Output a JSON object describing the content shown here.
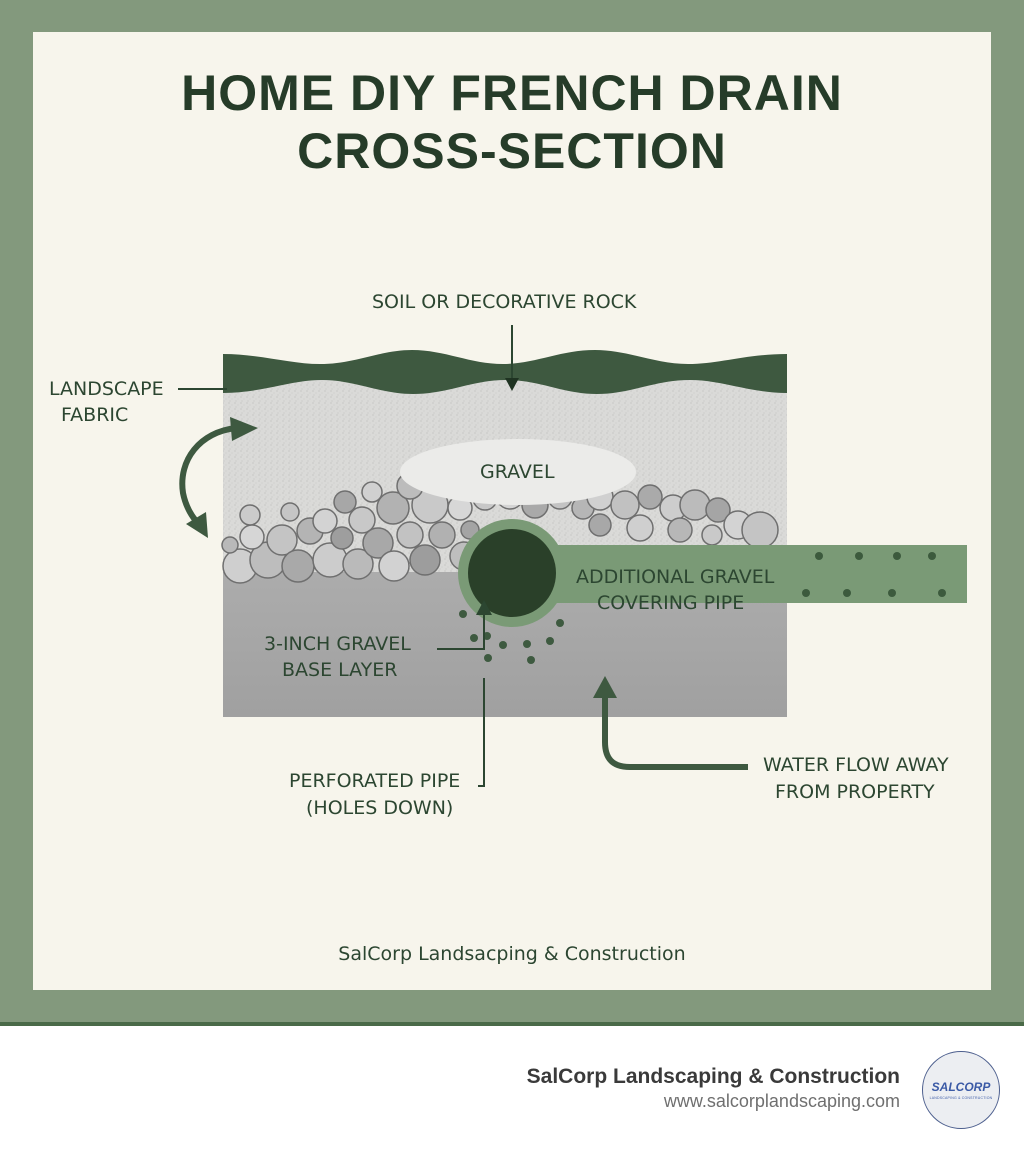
{
  "title": {
    "line1": "HOME DIY FRENCH DRAIN",
    "line2": "CROSS-SECTION"
  },
  "labels": {
    "soil": "SOIL OR DECORATIVE ROCK",
    "landscape_fabric_1": "LANDSCAPE",
    "landscape_fabric_2": "FABRIC",
    "gravel": "GRAVEL",
    "additional_gravel_1": "ADDITIONAL GRAVEL",
    "additional_gravel_2": "COVERING PIPE",
    "base_layer_1": "3-INCH GRAVEL",
    "base_layer_2": "BASE LAYER",
    "perforated_pipe_1": "PERFORATED PIPE",
    "perforated_pipe_2": "(HOLES DOWN)",
    "water_flow_1": "WATER FLOW AWAY",
    "water_flow_2": "FROM PROPERTY"
  },
  "panel_credit": "SalCorp Landsacping & Construction",
  "footer": {
    "company": "SalCorp Landscaping & Construction",
    "url": "www.salcorplandscaping.com",
    "logo_text": "SALCORP",
    "logo_subtext": "LANDSCAPING & CONSTRUCTION"
  },
  "colors": {
    "frame": "#83997d",
    "panel": "#f7f5ec",
    "dark_green": "#3e5940",
    "pipe_dark": "#2a4029",
    "pipe_ring": "#7a9a76",
    "gravel_fill": "#d9d9d7",
    "base_layer": "#a7a7a7",
    "text": "#2c4631"
  }
}
